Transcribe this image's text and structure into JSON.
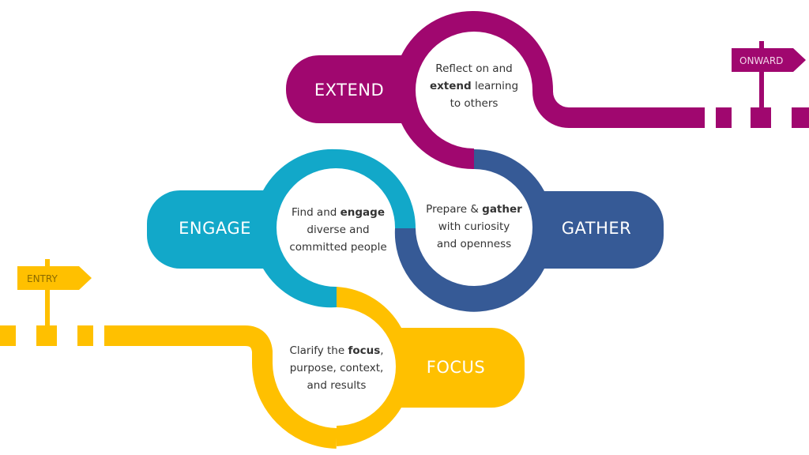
{
  "colors": {
    "focus": "#FFC000",
    "engage": "#12A8C9",
    "gather": "#365A96",
    "extend": "#A0076F"
  },
  "signs": {
    "entry": "ENTRY",
    "onward": "ONWARD"
  },
  "stages": {
    "focus": {
      "label": "FOCUS",
      "line1_pre": "Clarify the ",
      "line1_bold": "focus",
      "line1_post": ",",
      "line2": "purpose, context,",
      "line3": "and results"
    },
    "engage": {
      "label": "ENGAGE",
      "line1_pre": "Find and ",
      "line1_bold": "engage",
      "line1_post": "",
      "line2": "diverse and",
      "line3": "committed people"
    },
    "gather": {
      "label": "GATHER",
      "line1_pre": "Prepare & ",
      "line1_bold": "gather",
      "line1_post": "",
      "line2": "with curiosity",
      "line3": "and openness"
    },
    "extend": {
      "label": "EXTEND",
      "line1_pre": "Reflect on and",
      "line1_bold": "",
      "line1_post": "",
      "line2_bold": "extend",
      "line2_post": " learning",
      "line3": "to others"
    }
  }
}
